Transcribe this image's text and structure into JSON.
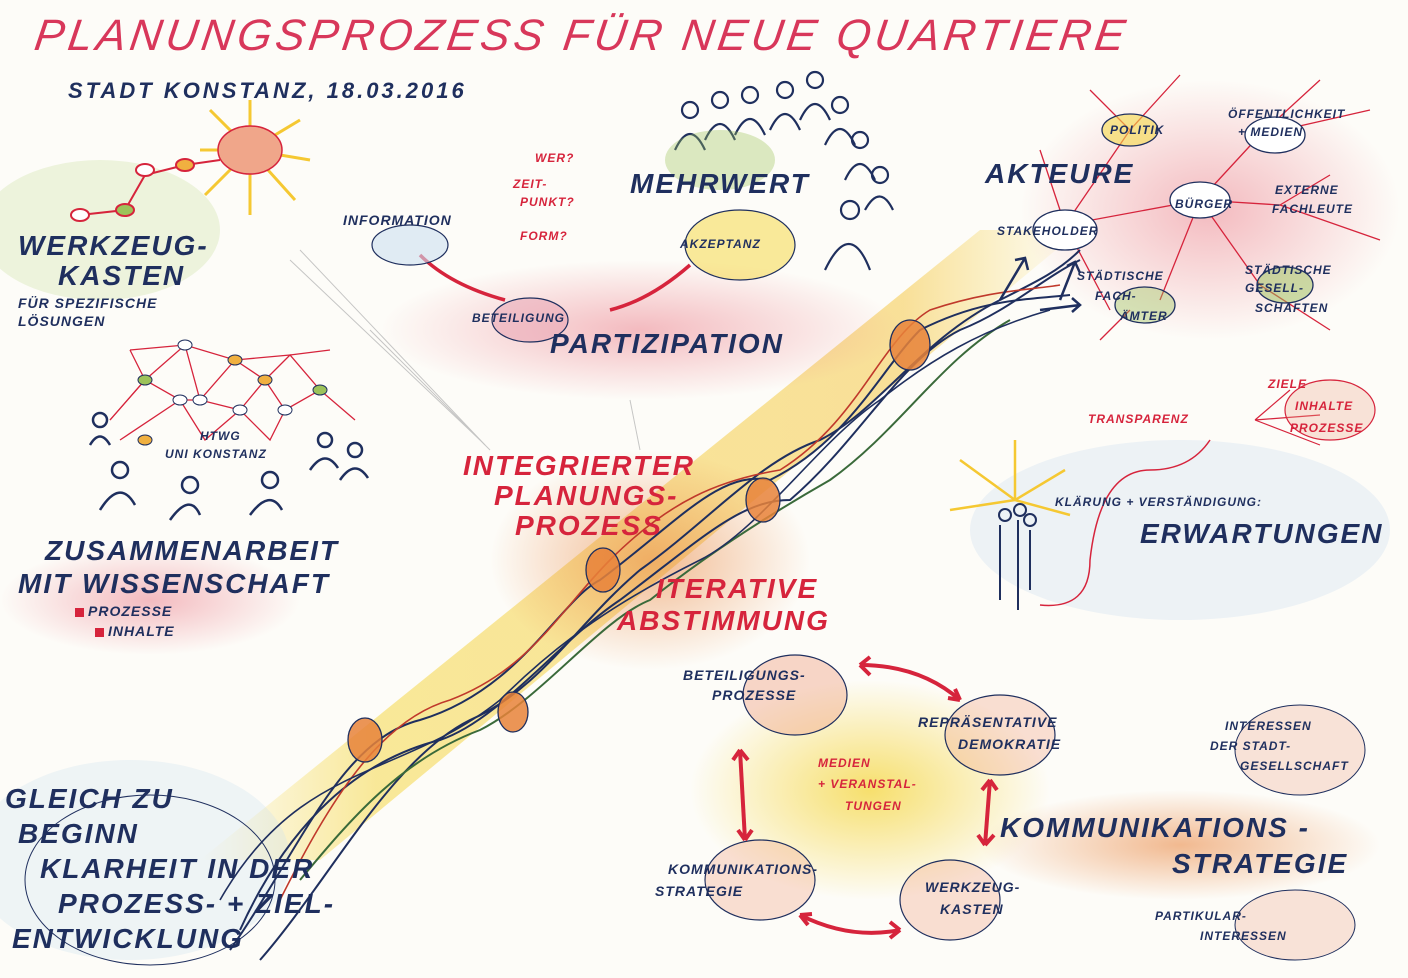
{
  "title": "PLANUNGSPROZESS FÜR NEUE QUARTIERE",
  "subtitle": "STADT KONSTANZ, 18.03.2016",
  "werkzeugkasten": {
    "line1": "WERKZEUG-",
    "line2": "KASTEN",
    "line3": "FÜR SPEZIFISCHE",
    "line4": "LÖSUNGEN"
  },
  "network": {
    "label1": "HTWG",
    "label2": "UNI KONSTANZ"
  },
  "zusammenarbeit": {
    "line1": "ZUSAMMENARBEIT",
    "line2": "MIT WISSENSCHAFT",
    "bullet1": "PROZESSE",
    "bullet2": "INHALTE"
  },
  "partizipation": {
    "information": "INFORMATION",
    "question1": "WER?",
    "question2a": "ZEIT-",
    "question2b": "PUNKT?",
    "question3": "FORM?",
    "beteiligung": "BETEILIGUNG",
    "akzeptanz": "AKZEPTANZ",
    "mehrwert": "MEHRWERT",
    "partizipation": "PARTIZIPATION"
  },
  "akteure": {
    "title": "AKTEURE",
    "politik": "POLITIK",
    "oeffentlichkeit1": "ÖFFENTLICHKEIT",
    "oeffentlichkeit2": "+ MEDIEN",
    "stakeholder": "STAKEHOLDER",
    "buerger": "BÜRGER",
    "externe1": "EXTERNE",
    "externe2": "FACHLEUTE",
    "staedtische1": "STÄDTISCHE",
    "staedtische2": "FACH-",
    "staedtische3": "ÄMTER",
    "gesell1": "STÄDTISCHE",
    "gesell2": "GESELL-",
    "gesell3": "SCHAFTEN"
  },
  "transparenz": {
    "label": "TRANSPARENZ",
    "item1": "ZIELE",
    "item2": "INHALTE",
    "item3": "PROZESSE"
  },
  "erwartungen": {
    "klaerung": "KLÄRUNG + VERSTÄNDIGUNG:",
    "erwartungen": "ERWARTUNGEN"
  },
  "center": {
    "line1": "INTEGRIERTER",
    "line2": "PLANUNGS-",
    "line3": "PROZESS",
    "iter1": "ITERATIVE",
    "iter2": "ABSTIMMUNG"
  },
  "cycle": {
    "beteiligung1": "BETEILIGUNGS-",
    "beteiligung2": "PROZESSE",
    "repr1": "REPRÄSENTATIVE",
    "repr2": "DEMOKRATIE",
    "medien1": "MEDIEN",
    "medien2": "+ VERANSTAL-",
    "medien3": "TUNGEN",
    "komm1": "KOMMUNIKATIONS-",
    "komm2": "STRATEGIE",
    "werk1": "WERKZEUG-",
    "werk2": "KASTEN"
  },
  "strategie": {
    "line1": "KOMMUNIKATIONS -",
    "line2": "STRATEGIE"
  },
  "interessen": {
    "line1": "INTERESSEN",
    "line2": "DER STADT-",
    "line3": "GESELLSCHAFT",
    "part1": "PARTIKULAR-",
    "part2": "INTERESSEN"
  },
  "beginn": {
    "line1": "GLEICH ZU",
    "line2": "BEGINN",
    "line3": "KLARHEIT IN DER",
    "line4": "PROZESS- + ZIEL-",
    "line5": "ENTWICKLUNG"
  },
  "colors": {
    "navy": "#1f2f5e",
    "red": "#d6243c",
    "pink": "#d8375a",
    "yellow": "#f5d84a",
    "orange": "#e8823a",
    "green": "#5a8f3a"
  }
}
